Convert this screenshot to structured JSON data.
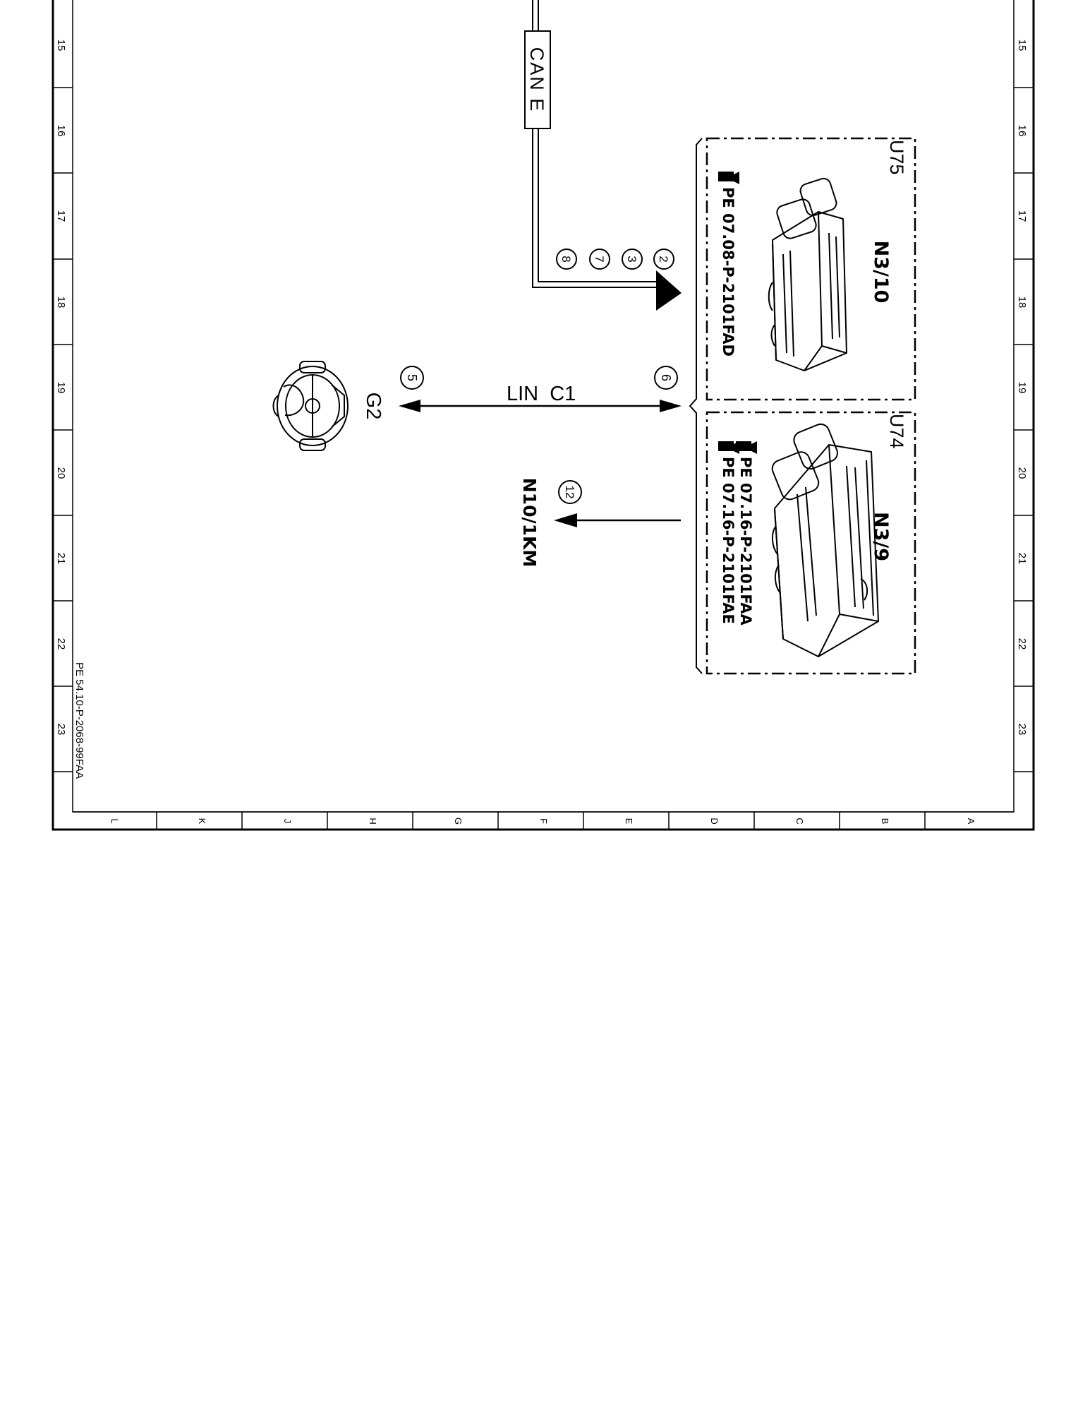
{
  "frame": {
    "row_numbers": [
      "15",
      "16",
      "17",
      "18",
      "19",
      "20",
      "21",
      "22",
      "23"
    ],
    "column_letters": [
      "L",
      "K",
      "J",
      "H",
      "G",
      "F",
      "E",
      "D",
      "C",
      "B",
      "A"
    ],
    "document_id": "PE 54.10-P-2068-99FAA"
  },
  "bus": {
    "can_label": "CAN E",
    "can_pins": [
      "8",
      "7",
      "3",
      "2"
    ],
    "lin_label": "LIN  C1",
    "lin_pin_left": "5",
    "lin_pin_right": "6"
  },
  "units": [
    {
      "unit": "U75",
      "component": "N3/10",
      "refs": [
        "PE 07.08-P-2101FAD"
      ]
    },
    {
      "unit": "U74",
      "component": "N3/9",
      "refs": [
        "PE 07.16-P-2101FAA",
        "PE 07.16-P-2101FAE"
      ]
    }
  ],
  "devices": {
    "g2_label": "G2",
    "n10_pin": "12",
    "n10_label": "N10/1KM"
  }
}
